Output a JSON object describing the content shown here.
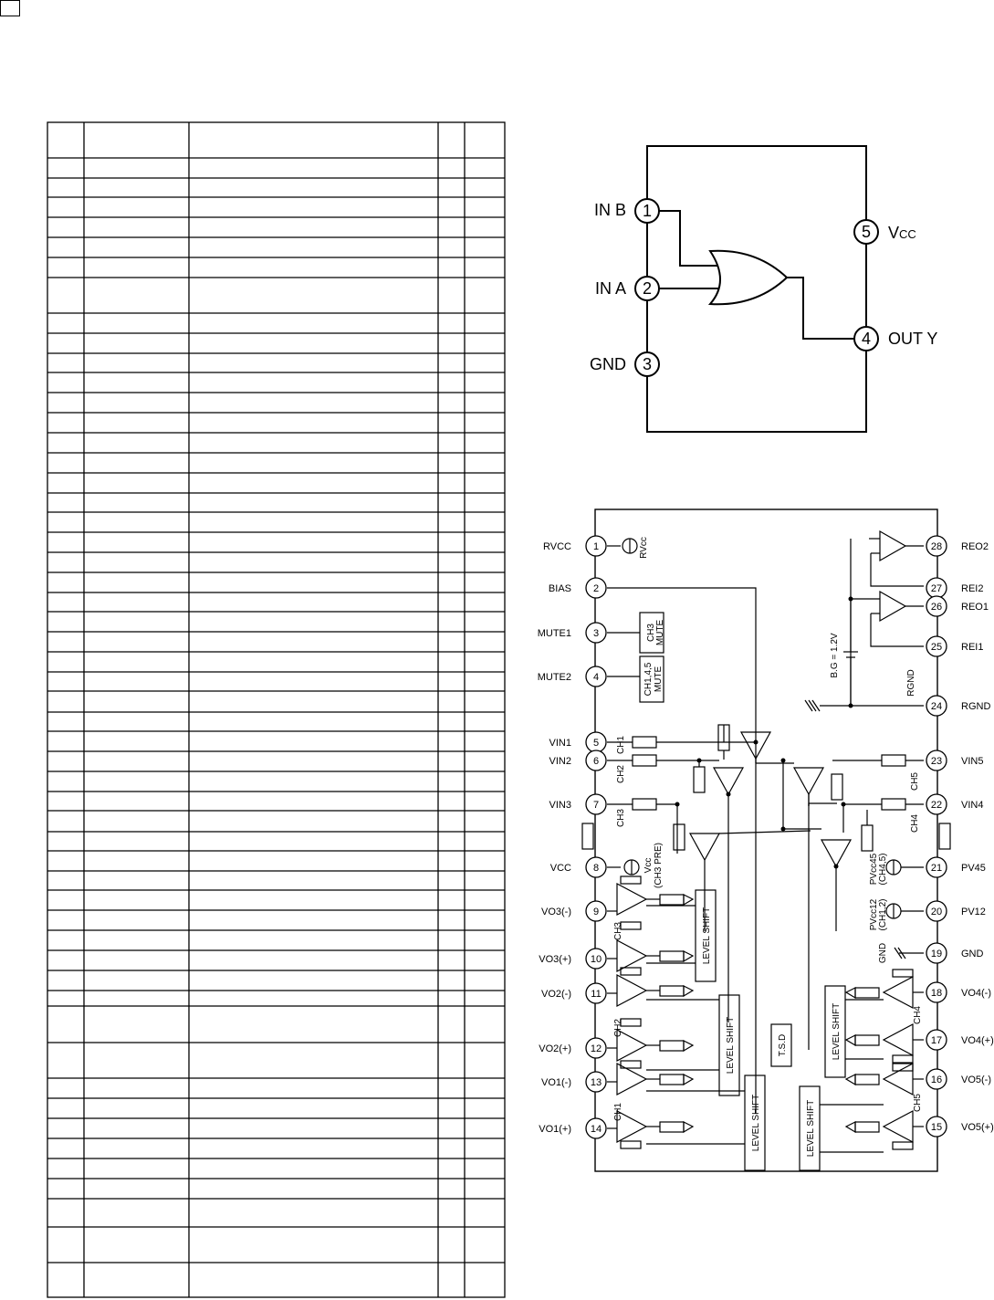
{
  "or_gate": {
    "pins": [
      {
        "num": "1",
        "label": "IN B"
      },
      {
        "num": "2",
        "label": "IN A"
      },
      {
        "num": "3",
        "label": "GND"
      },
      {
        "num": "4",
        "label": "OUT Y"
      },
      {
        "num": "5",
        "label": "V",
        "sub": "CC"
      }
    ]
  },
  "amp_ic": {
    "left_pins": [
      {
        "num": "1",
        "label": "RVCC"
      },
      {
        "num": "2",
        "label": "BIAS"
      },
      {
        "num": "3",
        "label": "MUTE1"
      },
      {
        "num": "4",
        "label": "MUTE2"
      },
      {
        "num": "5",
        "label": "VIN1"
      },
      {
        "num": "6",
        "label": "VIN2"
      },
      {
        "num": "7",
        "label": "VIN3"
      },
      {
        "num": "8",
        "label": "VCC"
      },
      {
        "num": "9",
        "label": "VO3(-)"
      },
      {
        "num": "10",
        "label": "VO3(+)"
      },
      {
        "num": "11",
        "label": "VO2(-)"
      },
      {
        "num": "12",
        "label": "VO2(+)"
      },
      {
        "num": "13",
        "label": "VO1(-)"
      },
      {
        "num": "14",
        "label": "VO1(+)"
      }
    ],
    "right_pins": [
      {
        "num": "28",
        "label": "REO2"
      },
      {
        "num": "27",
        "label": "REI2"
      },
      {
        "num": "26",
        "label": "REO1"
      },
      {
        "num": "25",
        "label": "REI1"
      },
      {
        "num": "24",
        "label": "RGND"
      },
      {
        "num": "23",
        "label": "VIN5"
      },
      {
        "num": "22",
        "label": "VIN4"
      },
      {
        "num": "21",
        "label": "PV45"
      },
      {
        "num": "20",
        "label": "PV12"
      },
      {
        "num": "19",
        "label": "GND"
      },
      {
        "num": "18",
        "label": "VO4(-)"
      },
      {
        "num": "17",
        "label": "VO4(+)"
      },
      {
        "num": "16",
        "label": "VO5(-)"
      },
      {
        "num": "15",
        "label": "VO5(+)"
      }
    ],
    "labels": {
      "rvcc_sym": "RVcc",
      "ch3_mute_a": "CH3",
      "ch3_mute_b": "MUTE",
      "ch145_mute_a": "CH1,4,5",
      "ch145_mute_b": "MUTE",
      "bg": "B.G = 1.2V",
      "rgnd": "RGND",
      "ch1": "CH1",
      "ch2": "CH2",
      "ch3": "CH3",
      "ch4": "CH4",
      "ch5": "CH5",
      "vcc_pre_a": "Vcc",
      "vcc_pre_b": "(CH3 PRE)",
      "pvcc45_a": "PVcc45",
      "pvcc45_b": "(CH4,5)",
      "pvcc12_a": "PVcc12",
      "pvcc12_b": "(CH1,2)",
      "gnd": "GND",
      "level_shift": "LEVEL SHIFT",
      "tsd": "T.S.D"
    }
  }
}
